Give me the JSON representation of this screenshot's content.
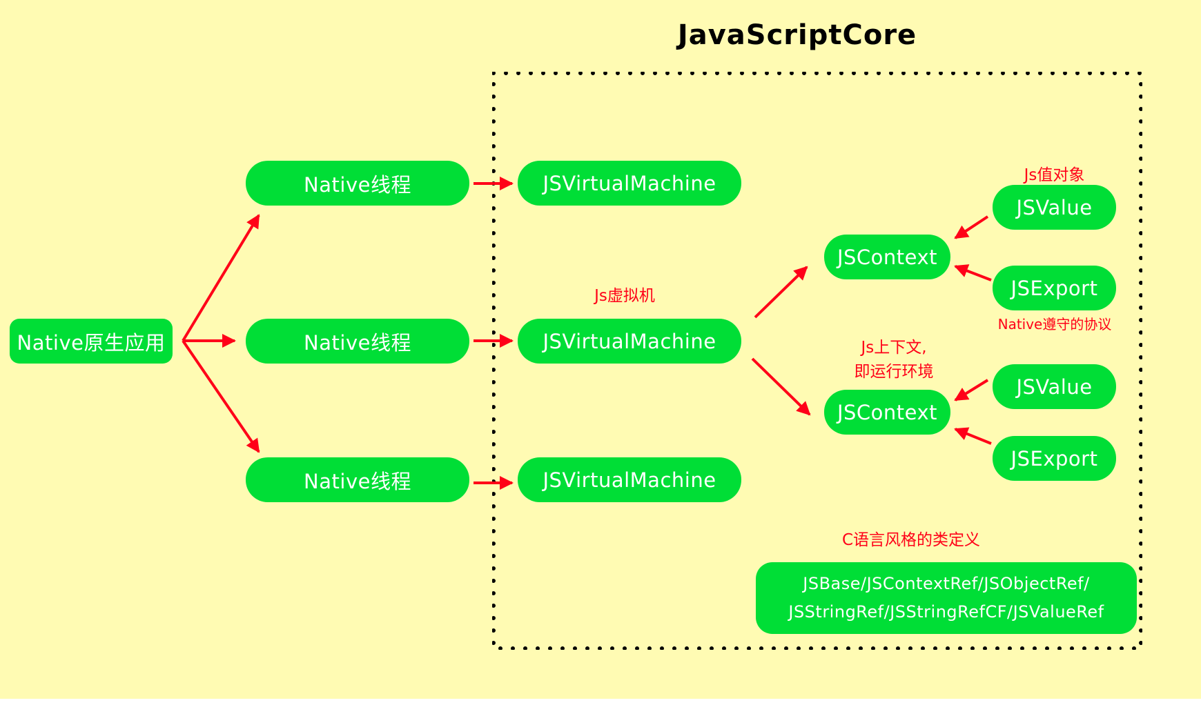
{
  "title": "JavaScriptCore",
  "colors": {
    "background": "#fffbb3",
    "node_fill": "#00de36",
    "node_text": "#ffffff",
    "arrow": "#ff0018",
    "note_text": "#ff0018",
    "frame_dots": "#000000"
  },
  "nodes": {
    "native_app": "Native原生应用",
    "threads": [
      "Native线程",
      "Native线程",
      "Native线程"
    ],
    "vms": [
      "JSVirtualMachine",
      "JSVirtualMachine",
      "JSVirtualMachine"
    ],
    "contexts": [
      "JSContext",
      "JSContext"
    ],
    "values": [
      "JSValue",
      "JSValue"
    ],
    "exports": [
      "JSExport",
      "JSExport"
    ],
    "c_api": {
      "line1": "JSBase/JSContextRef/JSObjectRef/",
      "line2": "JSStringRef/JSStringRefCF/JSValueRef"
    }
  },
  "notes": {
    "vm": "Js虚拟机",
    "value": "Js值对象",
    "export": "Native遵守的协议",
    "context_line1": "Js上下文,",
    "context_line2": "即运行环境",
    "c_api": "C语言风格的类定义"
  },
  "edges": [
    {
      "from": "native_app",
      "to": "threads.0"
    },
    {
      "from": "native_app",
      "to": "threads.1"
    },
    {
      "from": "native_app",
      "to": "threads.2"
    },
    {
      "from": "threads.0",
      "to": "vms.0"
    },
    {
      "from": "threads.1",
      "to": "vms.1"
    },
    {
      "from": "threads.2",
      "to": "vms.2"
    },
    {
      "from": "vms.1",
      "to": "contexts.0"
    },
    {
      "from": "vms.1",
      "to": "contexts.1"
    },
    {
      "from": "values.0",
      "to": "contexts.0"
    },
    {
      "from": "exports.0",
      "to": "contexts.0"
    },
    {
      "from": "values.1",
      "to": "contexts.1"
    },
    {
      "from": "exports.1",
      "to": "contexts.1"
    }
  ]
}
